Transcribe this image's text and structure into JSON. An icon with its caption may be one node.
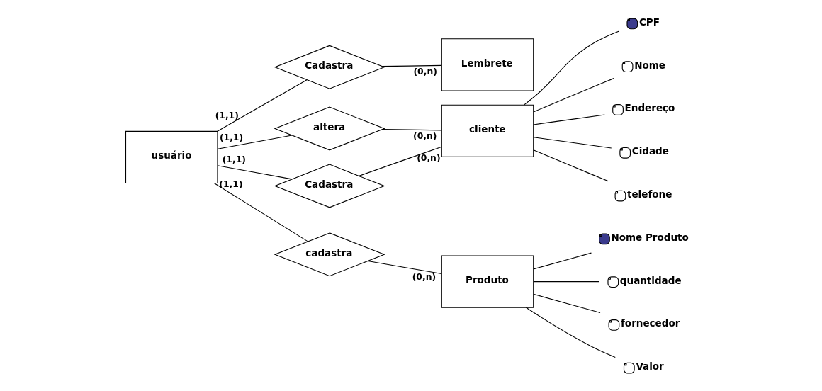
{
  "diagram": {
    "nodes": [
      {
        "text": [
          "Cadastra"
        ]
      },
      {
        "text": [
          "Lembrete"
        ]
      },
      {
        "text": [
          "altera"
        ]
      },
      {
        "text": [
          "usuário"
        ]
      },
      {
        "text": [
          "cliente"
        ]
      },
      {
        "text": [
          "Cadastra"
        ]
      },
      {
        "text": [
          "cadastra"
        ]
      },
      {
        "text": [
          "Produto"
        ]
      },
      {
        "text": [
          "CPF"
        ]
      },
      {
        "text": [
          "Nome"
        ]
      },
      {
        "text": [
          "Endereço"
        ]
      },
      {
        "text": [
          "Cidade"
        ]
      },
      {
        "text": [
          "telefone"
        ]
      },
      {
        "text": [
          "Nome Produto"
        ]
      },
      {
        "text": [
          "quantidade"
        ]
      },
      {
        "text": [
          "fornecedor"
        ]
      },
      {
        "text": [
          "Valor"
        ]
      }
    ],
    "edges": [
      {
        "from": 3,
        "to": 0,
        "arrow": "none",
        "label": "(1,1)"
      },
      {
        "from": 1,
        "to": 0,
        "arrow": "none",
        "label": "(0,n)"
      },
      {
        "from": 3,
        "to": 2,
        "arrow": "none",
        "label": "(1,1)"
      },
      {
        "from": 4,
        "to": 2,
        "arrow": "none",
        "label": "(0,n)"
      },
      {
        "from": 3,
        "to": 5,
        "arrow": "none",
        "label": "(1,1)"
      },
      {
        "from": 4,
        "to": 5,
        "arrow": "none",
        "label": "(0,n)"
      },
      {
        "from": 3,
        "to": 6,
        "arrow": "none",
        "label": "(1,1)"
      },
      {
        "from": 7,
        "to": 6,
        "arrow": "none",
        "label": "(0,n)"
      },
      {
        "from": 4,
        "to": 8,
        "arrow": "none"
      },
      {
        "from": 4,
        "to": 9,
        "arrow": "none"
      },
      {
        "from": 4,
        "to": 10,
        "arrow": "none"
      },
      {
        "from": 4,
        "to": 11,
        "arrow": "none"
      },
      {
        "from": 4,
        "to": 12,
        "arrow": "none"
      },
      {
        "from": 7,
        "to": 13,
        "arrow": "none"
      },
      {
        "from": 7,
        "to": 14,
        "arrow": "none"
      },
      {
        "from": 7,
        "to": 15,
        "arrow": "none"
      },
      {
        "from": 7,
        "to": 16,
        "arrow": "none"
      }
    ]
  }
}
